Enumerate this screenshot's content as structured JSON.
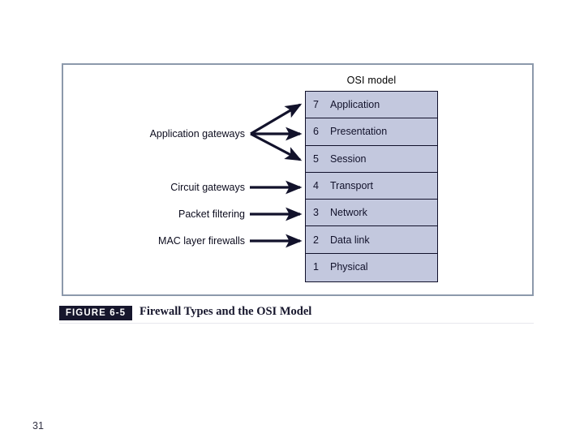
{
  "slide": {
    "page_number": "31",
    "figure_frame_border_color": "#8c99ab"
  },
  "figure": {
    "osi_title": "OSI model",
    "caption_badge": "FIGURE 6-5",
    "caption_text": "Firewall Types and the OSI Model",
    "stack_fill_color": "#c3c8de",
    "stack_border_color": "#10102a",
    "arrow_color": "#12122b"
  },
  "osi_layers": [
    {
      "number": "7",
      "name": "Application"
    },
    {
      "number": "6",
      "name": "Presentation"
    },
    {
      "number": "5",
      "name": "Session"
    },
    {
      "number": "4",
      "name": "Transport"
    },
    {
      "number": "3",
      "name": "Network"
    },
    {
      "number": "2",
      "name": "Data link"
    },
    {
      "number": "1",
      "name": "Physical"
    }
  ],
  "firewall_types": [
    {
      "label": "Application gateways",
      "targets": [
        "7",
        "6",
        "5"
      ]
    },
    {
      "label": "Circuit gateways",
      "targets": [
        "4"
      ]
    },
    {
      "label": "Packet filtering",
      "targets": [
        "3"
      ]
    },
    {
      "label": "MAC layer firewalls",
      "targets": [
        "2"
      ]
    }
  ]
}
